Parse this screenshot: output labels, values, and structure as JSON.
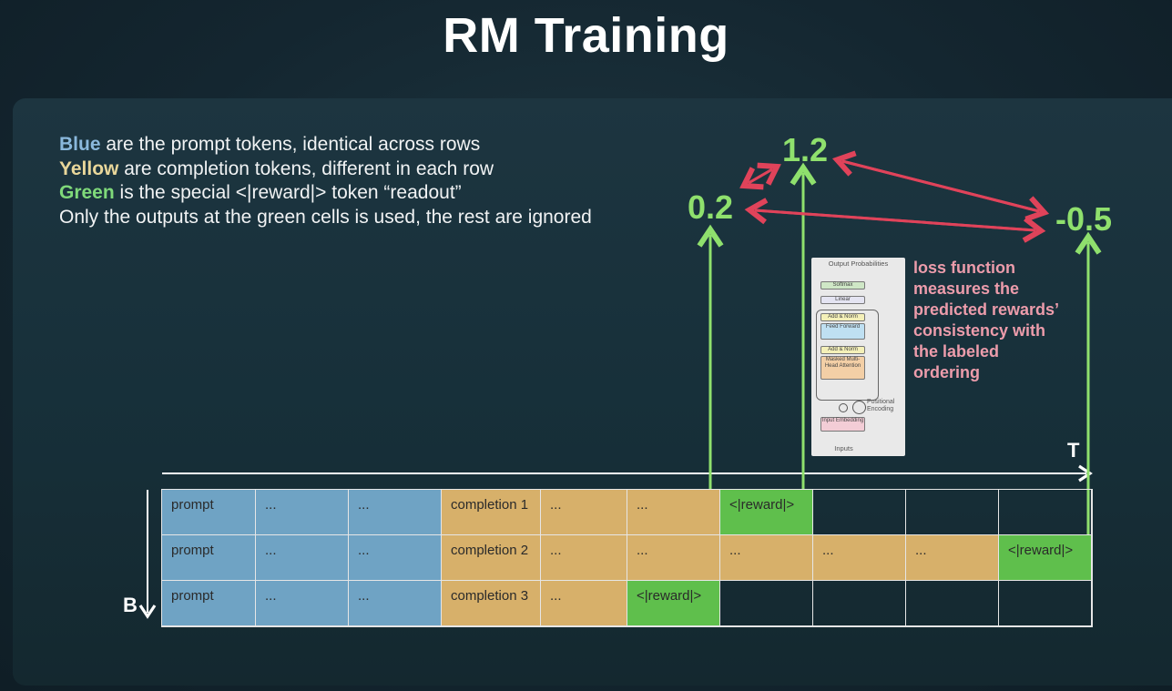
{
  "title": "RM Training",
  "legend": {
    "line1_kw": "Blue",
    "line1_rest": " are the prompt tokens, identical across rows",
    "line2_kw": "Yellow",
    "line2_rest": " are completion tokens, different in each row",
    "line3_kw": "Green",
    "line3_rest": " is the special <|reward|> token “readout”",
    "line4": "Only the outputs at the green cells is used, the rest are ignored"
  },
  "scores": {
    "s1": "1.2",
    "s2": "0.2",
    "s3": "-0.5"
  },
  "loss_text": "loss function measures the predicted rewards’ consistency with the labeled ordering",
  "diagram": {
    "output_probabilities": "Output Probabilities",
    "softmax": "Softmax",
    "linear": "Linear",
    "add_norm": "Add & Norm",
    "feed_forward": "Feed Forward",
    "masked_attention": "Masked Multi-Head Attention",
    "positional_encoding": "Positional Encoding",
    "input_embedding": "Input Embedding",
    "inputs": "Inputs"
  },
  "axes": {
    "time": "T",
    "batch": "B"
  },
  "grid": {
    "rows": [
      [
        {
          "type": "prompt",
          "text": "prompt"
        },
        {
          "type": "prompt",
          "text": "..."
        },
        {
          "type": "prompt",
          "text": "..."
        },
        {
          "type": "completion",
          "text": "completion 1"
        },
        {
          "type": "completion",
          "text": "..."
        },
        {
          "type": "completion",
          "text": "..."
        },
        {
          "type": "reward",
          "text": "<|reward|>"
        },
        {
          "type": "empty",
          "text": ""
        },
        {
          "type": "empty",
          "text": ""
        },
        {
          "type": "empty",
          "text": ""
        }
      ],
      [
        {
          "type": "prompt",
          "text": "prompt"
        },
        {
          "type": "prompt",
          "text": "..."
        },
        {
          "type": "prompt",
          "text": "..."
        },
        {
          "type": "completion",
          "text": "completion 2"
        },
        {
          "type": "completion",
          "text": "..."
        },
        {
          "type": "completion",
          "text": "..."
        },
        {
          "type": "completion",
          "text": "..."
        },
        {
          "type": "completion",
          "text": "..."
        },
        {
          "type": "completion",
          "text": "..."
        },
        {
          "type": "reward",
          "text": "<|reward|>"
        }
      ],
      [
        {
          "type": "prompt",
          "text": "prompt"
        },
        {
          "type": "prompt",
          "text": "..."
        },
        {
          "type": "prompt",
          "text": "..."
        },
        {
          "type": "completion",
          "text": "completion 3"
        },
        {
          "type": "completion",
          "text": "..."
        },
        {
          "type": "reward",
          "text": "<|reward|>"
        },
        {
          "type": "empty",
          "text": ""
        },
        {
          "type": "empty",
          "text": ""
        },
        {
          "type": "empty",
          "text": ""
        },
        {
          "type": "empty",
          "text": ""
        }
      ]
    ]
  },
  "colors": {
    "prompt": "#6fa3c4",
    "completion": "#d7b06a",
    "reward": "#5fbf4c",
    "arrow_green": "#8fe06d",
    "arrow_red": "#e0435a"
  }
}
